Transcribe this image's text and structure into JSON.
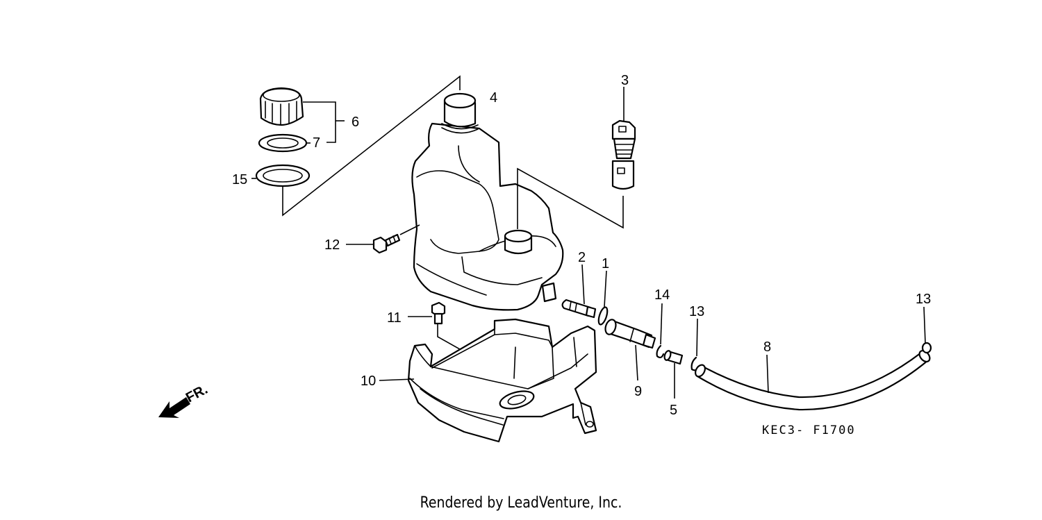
{
  "diagram": {
    "part_code": "KEC3- F1700",
    "front_indicator": "FR.",
    "footer": "Rendered by LeadVenture, Inc.",
    "callouts": {
      "c1": "1",
      "c2": "2",
      "c3": "3",
      "c4": "4",
      "c5": "5",
      "c6": "6",
      "c7": "7",
      "c8": "8",
      "c9": "9",
      "c10": "10",
      "c11": "11",
      "c12": "12",
      "c13a": "13",
      "c13b": "13",
      "c14": "14",
      "c15": "15"
    }
  }
}
